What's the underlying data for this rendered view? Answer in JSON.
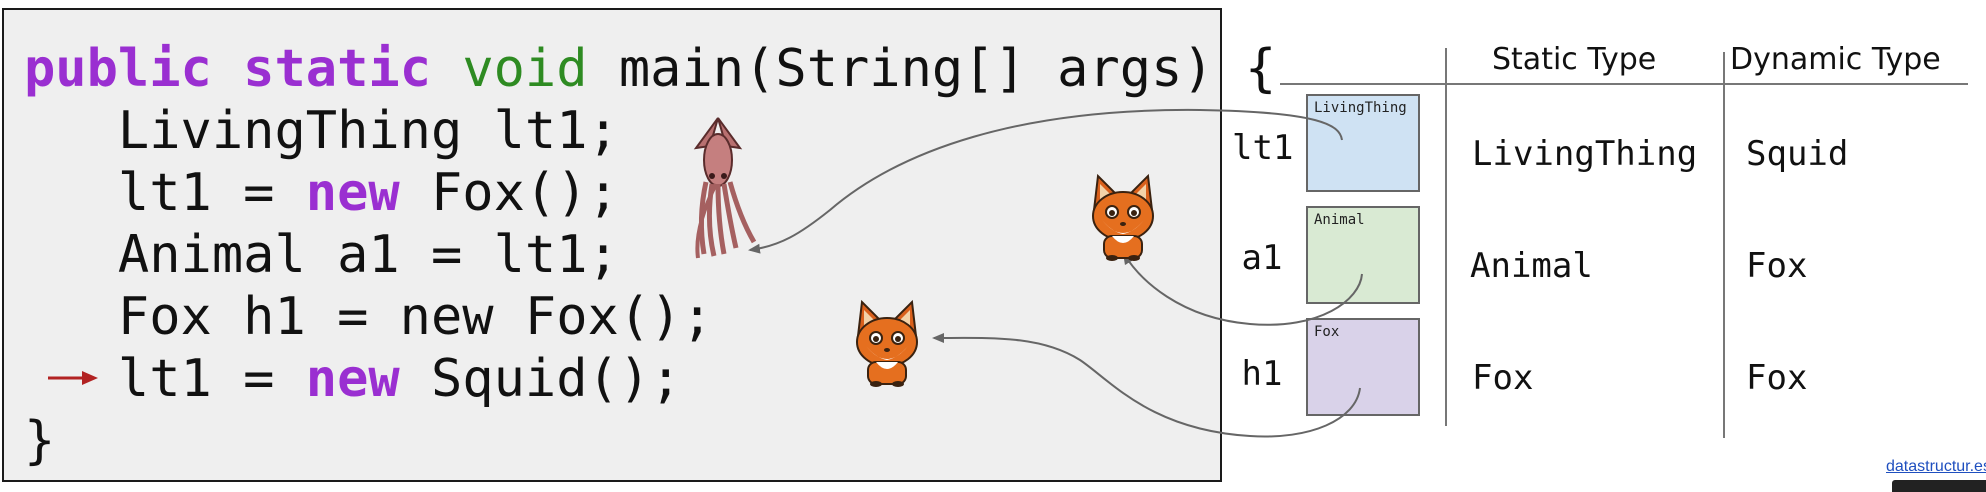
{
  "code": {
    "lines": [
      [
        "public",
        " ",
        "static",
        " ",
        "void",
        " main(String[] args) {"
      ],
      "   LivingThing lt1;",
      [
        "   lt1 = ",
        "new",
        " Fox();"
      ],
      "   Animal a1 = lt1;",
      "   Fox h1 = new Fox();",
      [
        "   lt1 = ",
        "new",
        " Squid();"
      ],
      "}"
    ]
  },
  "table": {
    "headers": {
      "static": "Static Type",
      "dynamic": "Dynamic Type"
    },
    "rows": [
      {
        "var": "lt1",
        "box_label": "LivingThing",
        "static": "LivingThing",
        "dynamic": "Squid"
      },
      {
        "var": "a1",
        "box_label": "Animal",
        "static": "Animal",
        "dynamic": "Fox"
      },
      {
        "var": "h1",
        "box_label": "Fox",
        "static": "Fox",
        "dynamic": "Fox"
      }
    ]
  },
  "footer": {
    "link": "datastructur.es"
  },
  "colors": {
    "keyword_purple": "#9a2fd1",
    "keyword_green": "#2e8b22",
    "current_line_arrow": "#b22222",
    "box_livingthing": "#cfe2f3",
    "box_animal": "#d9ead3",
    "box_fox": "#d9d2e9",
    "pointer_arrow": "#666666"
  },
  "icons": [
    "squid-icon",
    "fox-icon",
    "current-line-arrow-icon"
  ]
}
